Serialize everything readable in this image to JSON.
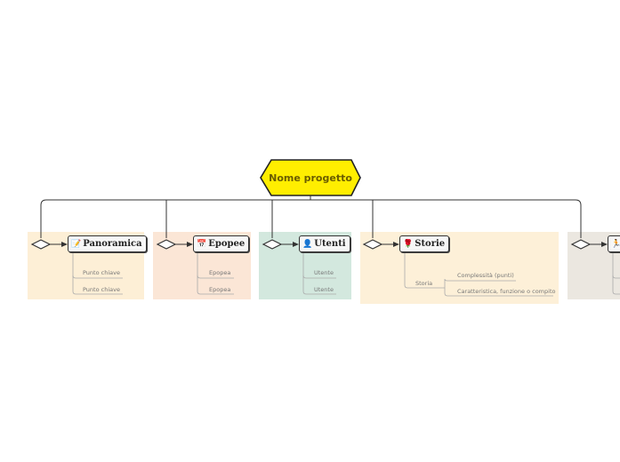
{
  "root": {
    "label": "Nome progetto",
    "fill": "#ffee00"
  },
  "branches": [
    {
      "id": "panoramica",
      "icon": "📝",
      "icon_name": "memo-icon",
      "label": "Panoramica",
      "band": "#fdefd6",
      "children": [
        {
          "label": "Punto chiave"
        },
        {
          "label": "Punto chiave"
        }
      ]
    },
    {
      "id": "epopee",
      "icon": "📅",
      "icon_name": "calendar-icon",
      "label": "Epopee",
      "band": "#fbe6d6",
      "children": [
        {
          "label": "Epopea"
        },
        {
          "label": "Epopea"
        }
      ]
    },
    {
      "id": "utenti",
      "icon": "👤",
      "icon_name": "user-icon",
      "label": "Utenti",
      "band": "#d3e8de",
      "children": [
        {
          "label": "Utente"
        },
        {
          "label": "Utente"
        }
      ]
    },
    {
      "id": "storie",
      "icon": "🌹",
      "icon_name": "rose-icon",
      "label": "Storie",
      "band": "#fdf0d8",
      "children": [
        {
          "label": "Storia",
          "children": [
            {
              "label": "Complessità (punti)"
            },
            {
              "label": "Caratteristica, funzione o compito"
            }
          ]
        }
      ]
    },
    {
      "id": "extra",
      "icon": "🏃",
      "icon_name": "runner-icon",
      "label": "",
      "band": "#ebe7e0",
      "children": []
    }
  ]
}
